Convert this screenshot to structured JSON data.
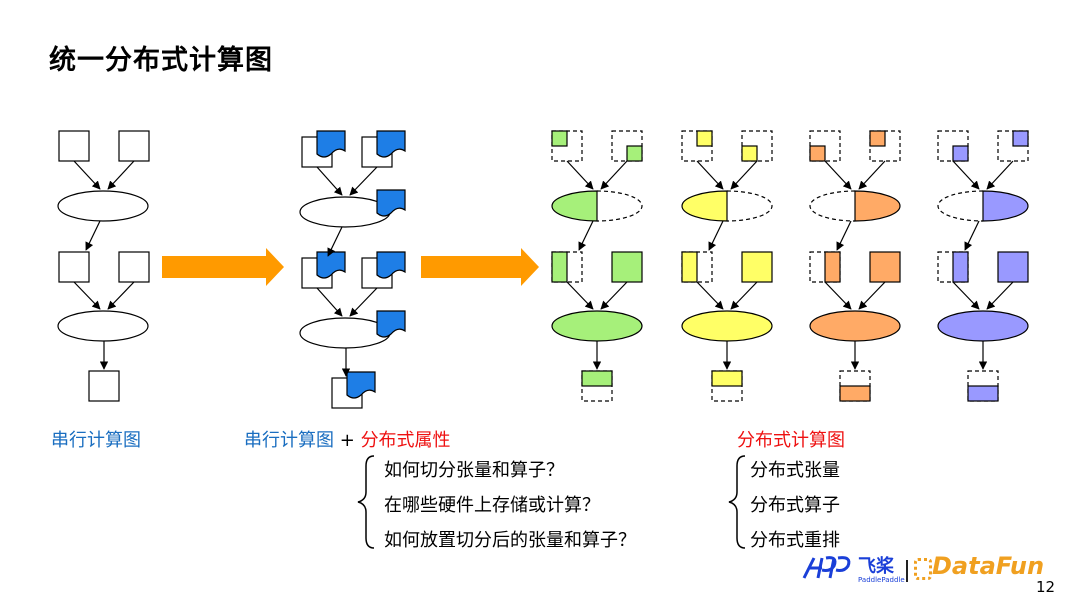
{
  "slide": {
    "title": "统一分布式计算图",
    "page_number": "12"
  },
  "labels": {
    "serial_graph": "串行计算图",
    "serial_graph_2": "串行计算图",
    "plus": "+",
    "dist_attr": "分布式属性",
    "dist_graph": "分布式计算图"
  },
  "questions": [
    "如何切分张量和算子？",
    "在哪些硬件上存储或计算？",
    "如何放置切分后的张量和算子？"
  ],
  "dist_items": [
    "分布式张量",
    "分布式算子",
    "分布式重排"
  ],
  "logo": {
    "brand_cn": "飞桨",
    "brand_sub": "PaddlePaddle",
    "partner": "DataFun"
  },
  "colors": {
    "blue_text": "#1a6ec0",
    "red_text": "#ee1111",
    "arrow_orange": "#ff9a00",
    "tensor_blue": "#1e7ee6",
    "green": "#a6f07a",
    "yellow": "#ffff66",
    "orange": "#ffaa66",
    "purple": "#9999ff"
  }
}
